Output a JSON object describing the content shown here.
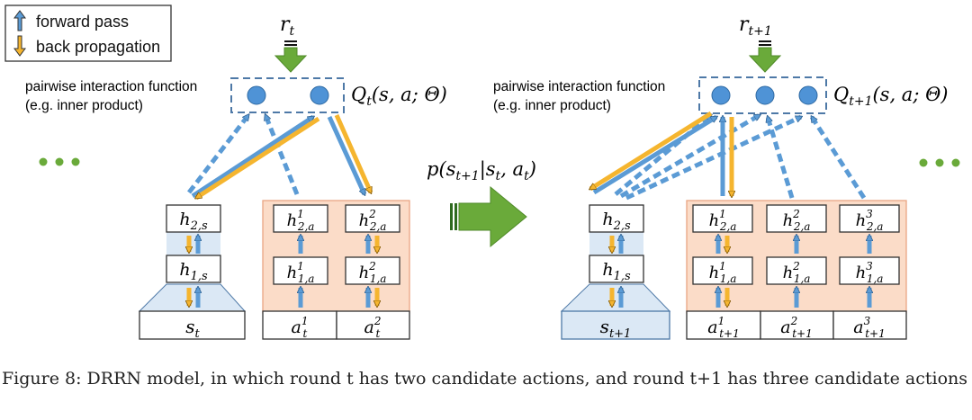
{
  "legend": {
    "forward": "forward pass",
    "back": "back propagation"
  },
  "colors": {
    "forward": "#5b9bd5",
    "back": "#f5b52f",
    "reward": "#6aaa3a",
    "state_fill": "#dbe8f5",
    "action_fill": "#fbdcc8",
    "action_border": "#e9a583",
    "dashed_border": "#4e79a7",
    "node": "#4f93d6"
  },
  "left": {
    "reward": {
      "base": "r",
      "sub": "t"
    },
    "q_label": {
      "base": "Q",
      "sub": "t",
      "args": "(s, a; Θ)"
    },
    "interaction": {
      "line1": "pairwise interaction function",
      "line2": "(e.g. inner product)"
    },
    "state": {
      "h2": {
        "base": "h",
        "sub": "2,s"
      },
      "h1": {
        "base": "h",
        "sub": "1,s"
      },
      "input": {
        "base": "s",
        "sub": "t"
      }
    },
    "actions": [
      {
        "h2": {
          "base": "h",
          "sup": "1",
          "sub": "2,a"
        },
        "h1": {
          "base": "h",
          "sup": "1",
          "sub": "1,a"
        },
        "input": {
          "base": "a",
          "sup": "1",
          "sub": "t"
        }
      },
      {
        "h2": {
          "base": "h",
          "sup": "2",
          "sub": "2,a"
        },
        "h1": {
          "base": "h",
          "sup": "2",
          "sub": "1,a"
        },
        "input": {
          "base": "a",
          "sup": "2",
          "sub": "t"
        }
      }
    ]
  },
  "right": {
    "reward": {
      "base": "r",
      "sub": "t+1"
    },
    "q_label": {
      "base": "Q",
      "sub": "t+1",
      "args": "(s, a; Θ)"
    },
    "interaction": {
      "line1": "pairwise interaction function",
      "line2": "(e.g. inner product)"
    },
    "state": {
      "h2": {
        "base": "h",
        "sub": "2,s"
      },
      "h1": {
        "base": "h",
        "sub": "1,s"
      },
      "input": {
        "base": "s",
        "sub": "t+1"
      }
    },
    "actions": [
      {
        "h2": {
          "base": "h",
          "sup": "1",
          "sub": "2,a"
        },
        "h1": {
          "base": "h",
          "sup": "1",
          "sub": "1,a"
        },
        "input": {
          "base": "a",
          "sup": "1",
          "sub": "t+1"
        }
      },
      {
        "h2": {
          "base": "h",
          "sup": "2",
          "sub": "2,a"
        },
        "h1": {
          "base": "h",
          "sup": "2",
          "sub": "1,a"
        },
        "input": {
          "base": "a",
          "sup": "2",
          "sub": "t+1"
        }
      },
      {
        "h2": {
          "base": "h",
          "sup": "3",
          "sub": "2,a"
        },
        "h1": {
          "base": "h",
          "sup": "3",
          "sub": "1,a"
        },
        "input": {
          "base": "a",
          "sup": "3",
          "sub": "t+1"
        }
      }
    ]
  },
  "transition": {
    "p": "p(",
    "s1": "s",
    "s1_sub": "t+1",
    "bar": "|",
    "s2": "s",
    "s2_sub": "t",
    "comma": ", ",
    "a": "a",
    "a_sub": "t",
    "close": ")"
  },
  "caption": "Figure 8: DRRN model, in which round t has two candidate actions, and round t+1 has three candidate actions"
}
